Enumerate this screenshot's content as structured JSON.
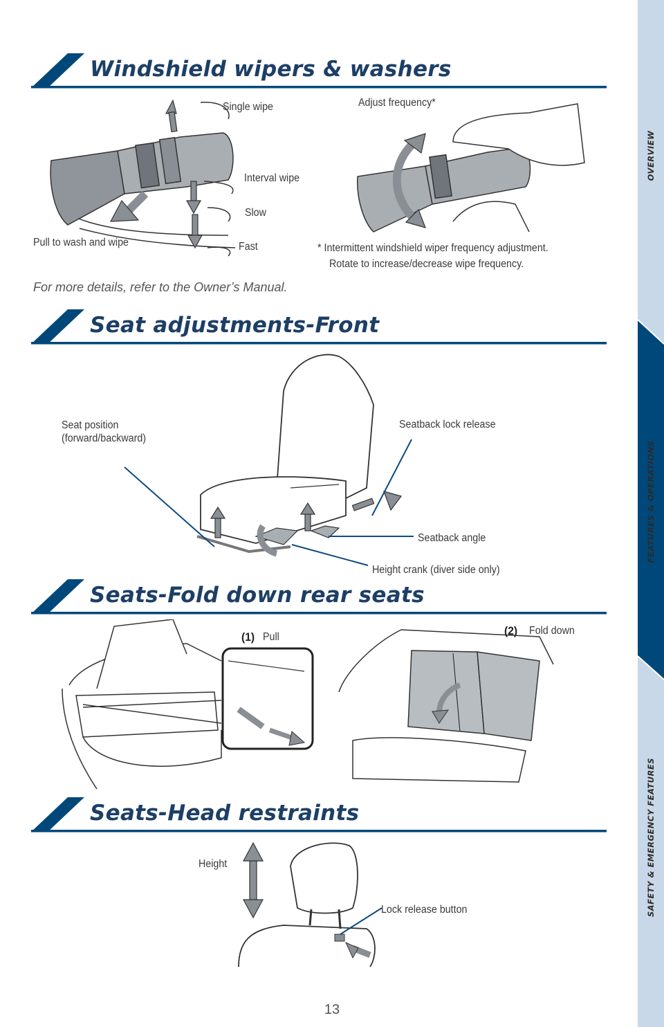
{
  "sections": {
    "wipers": {
      "title": "Windshield wipers & washers",
      "labels": {
        "single_wipe": "Single wipe",
        "interval_wipe": "Interval wipe",
        "slow": "Slow",
        "fast": "Fast",
        "pull_wash": "Pull to wash and wipe",
        "adjust_frequency": "Adjust frequency*",
        "footnote_line1": "*  Intermittent windshield wiper frequency adjustment.",
        "footnote_line2": "Rotate to increase/decrease wipe frequency."
      },
      "note": "For more details, refer to the Owner’s Manual."
    },
    "seat_front": {
      "title": "Seat adjustments-Front",
      "labels": {
        "seat_position": "Seat position\n(forward/backward)",
        "seatback_lock": "Seatback lock release",
        "seatback_angle": "Seatback angle",
        "height_crank": "Height crank (diver side only)"
      }
    },
    "rear_seats": {
      "title": "Seats-Fold down rear seats",
      "labels": {
        "step1_num": "(1)",
        "step1_text": "Pull",
        "step2_num": "(2)",
        "step2_text": "Fold down"
      }
    },
    "head_restraints": {
      "title": "Seats-Head restraints",
      "labels": {
        "height": "Height",
        "lock_release": "Lock release button"
      }
    }
  },
  "sidebar": {
    "tabs": [
      "OVERVIEW",
      "FEATURES & OPERATIONS",
      "SAFETY & EMERGENCY FEATURES"
    ],
    "active_tab": "FEATURES & OPERATIONS",
    "active_color": "#00487a",
    "bg_color": "#c9d8e8"
  },
  "page_number": "13",
  "colors": {
    "brand_blue": "#00487a",
    "title_blue": "#1d3f66",
    "arrow_gray": "#8a8f95"
  }
}
